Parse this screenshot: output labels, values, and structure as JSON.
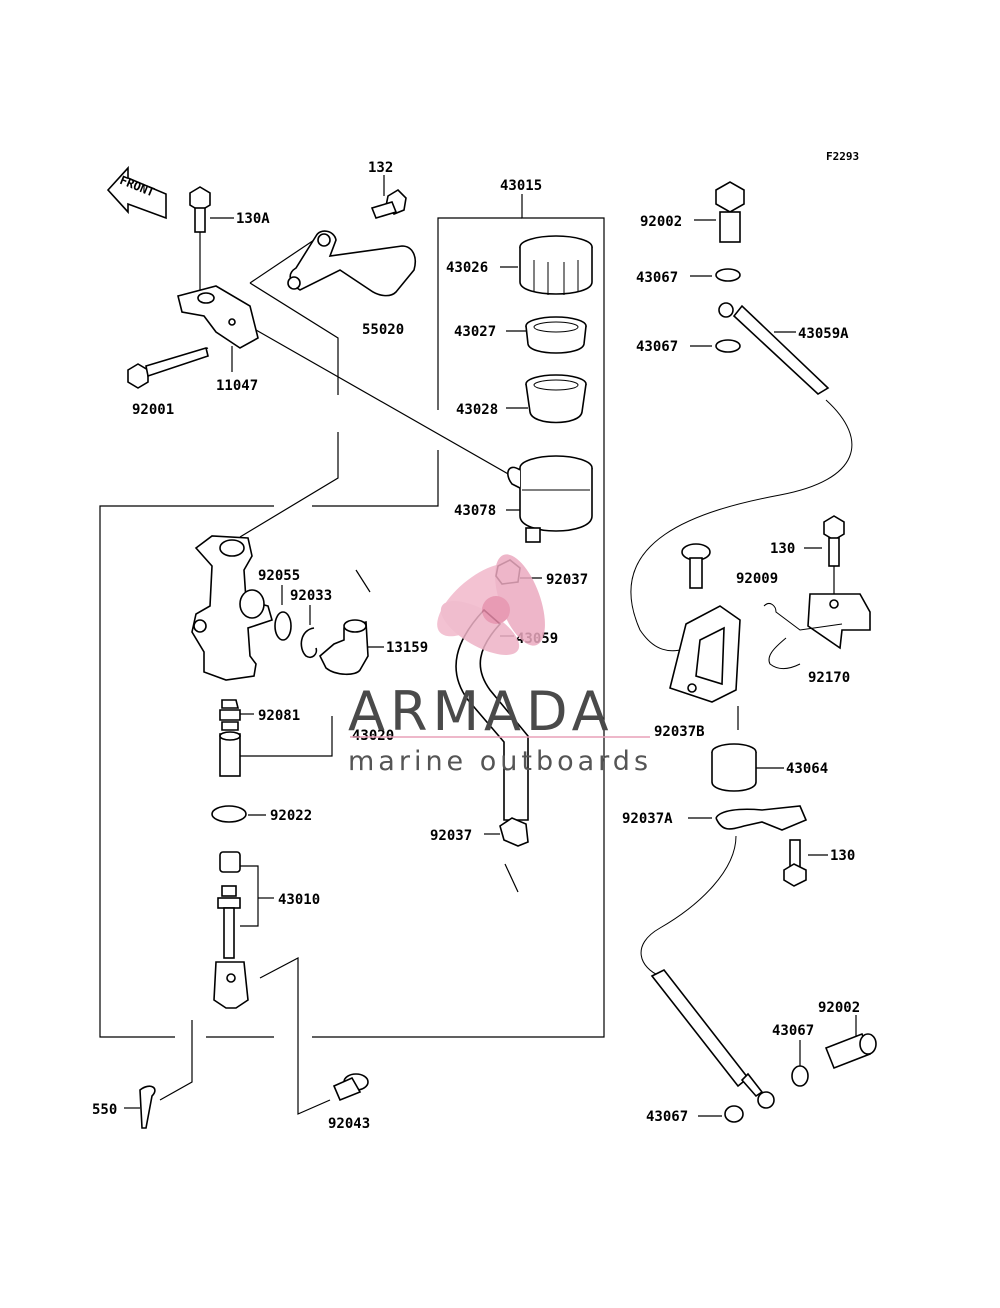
{
  "figure_code": "F2293",
  "front_label": "FRONT",
  "watermark": {
    "brand": "ARMADA",
    "tagline": "marine outboards",
    "accent_color": "#e8a0b8"
  },
  "callouts": {
    "p132": "132",
    "p43015": "43015",
    "p130A": "130A",
    "p55020": "55020",
    "p11047": "11047",
    "p92001": "92001",
    "p43026": "43026",
    "p43027": "43027",
    "p43028": "43028",
    "p43078": "43078",
    "p92055": "92055",
    "p92033": "92033",
    "p13159": "13159",
    "p92037_a": "92037",
    "p43059": "43059",
    "p92081": "92081",
    "p43020": "43020",
    "p92022": "92022",
    "p92037_b": "92037",
    "p43010": "43010",
    "p550": "550",
    "p92043": "92043",
    "p92002_top": "92002",
    "p43067_1": "43067",
    "p43059A": "43059A",
    "p43067_2": "43067",
    "p130_top": "130",
    "p92009": "92009",
    "p92170": "92170",
    "p92037B": "92037B",
    "p43064": "43064",
    "p92037A": "92037A",
    "p130_mid": "130",
    "p92002_bot": "92002",
    "p43067_3": "43067",
    "p43067_4": "43067"
  }
}
